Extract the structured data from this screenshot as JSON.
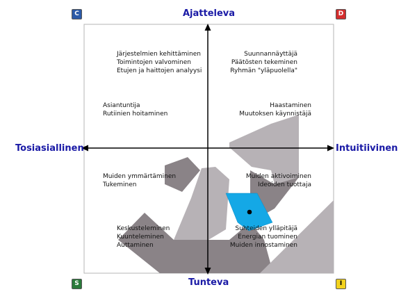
{
  "axes": {
    "top": "Ajatteleva",
    "bottom": "Tunteva",
    "left": "Tosiasiallinen",
    "right": "Intuitiivinen"
  },
  "corners": {
    "c": {
      "letter": "C",
      "color": "#2b5aa8"
    },
    "d": {
      "letter": "D",
      "color": "#d42d2d"
    },
    "s": {
      "letter": "S",
      "color": "#2a7a3a"
    },
    "i": {
      "letter": "I",
      "color": "#f2d21e"
    }
  },
  "quadrants": {
    "top_left_1": [
      "Järjestelmien kehittäminen",
      "Toimintojen valvominen",
      "Etujen ja haittojen analyysi"
    ],
    "top_left_2": [
      "Asiantuntija",
      "Rutiinien hoitaminen"
    ],
    "top_right_1": [
      "Suunnannäyttäjä",
      "Päätösten tekeminen",
      "Ryhmän \"yläpuolella\""
    ],
    "top_right_2": [
      "Haastaminen",
      "Muutoksen käynnistäjä"
    ],
    "bottom_left_1": [
      "Muiden ymmärtäminen",
      "Tukeminen"
    ],
    "bottom_left_2": [
      "Keskusteleminen",
      "Kuunteleminen",
      "Auttaminen"
    ],
    "bottom_right_1": [
      "Muiden aktivoiminen",
      "Ideoiden tuottaja"
    ],
    "bottom_right_2": [
      "Suhteiden ylläpitäjä",
      "Energian tuominen",
      "Muiden innostaminen"
    ]
  },
  "colors": {
    "shape_light": "#b7b2b6",
    "shape_dark": "#8a8387",
    "highlight": "#14a8e6",
    "axis_text": "#1a1aa6"
  }
}
